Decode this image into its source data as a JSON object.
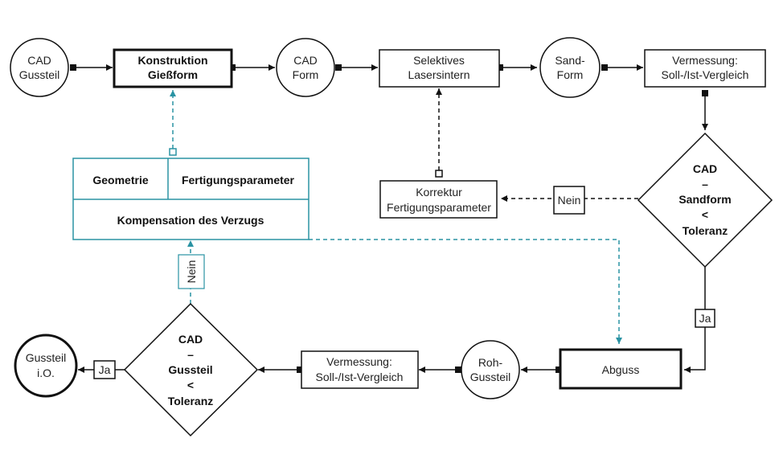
{
  "nodes": {
    "cad_gussteil": [
      "CAD",
      "Gussteil"
    ],
    "konstruktion": [
      "Konstruktion",
      "Gießform"
    ],
    "cad_form": [
      "CAD",
      "Form"
    ],
    "sls": [
      "Selektives",
      "Lasersintern"
    ],
    "sandform": [
      "Sand-",
      "Form"
    ],
    "vermessung_top": [
      "Vermessung:",
      "Soll-/Ist-Vergleich"
    ],
    "decision_sand": [
      "CAD",
      "–",
      "Sandform",
      "<",
      "Toleranz"
    ],
    "korrektur": [
      "Korrektur",
      "Fertigungsparameter"
    ],
    "abguss": "Abguss",
    "roh_gussteil": [
      "Roh-",
      "Gussteil"
    ],
    "vermessung_bottom": [
      "Vermessung:",
      "Soll-/Ist-Vergleich"
    ],
    "decision_guss": [
      "CAD",
      "–",
      "Gussteil",
      "<",
      "Toleranz"
    ],
    "gussteil_io": [
      "Gussteil",
      "i.O."
    ]
  },
  "compensation": {
    "geometrie": "Geometrie",
    "fertigungsparameter": "Fertigungsparameter",
    "kompensation": "Kompensation des Verzugs"
  },
  "labels": {
    "nein": "Nein",
    "ja": "Ja"
  },
  "colors": {
    "line": "#111111",
    "accent": "#2a93a3"
  }
}
